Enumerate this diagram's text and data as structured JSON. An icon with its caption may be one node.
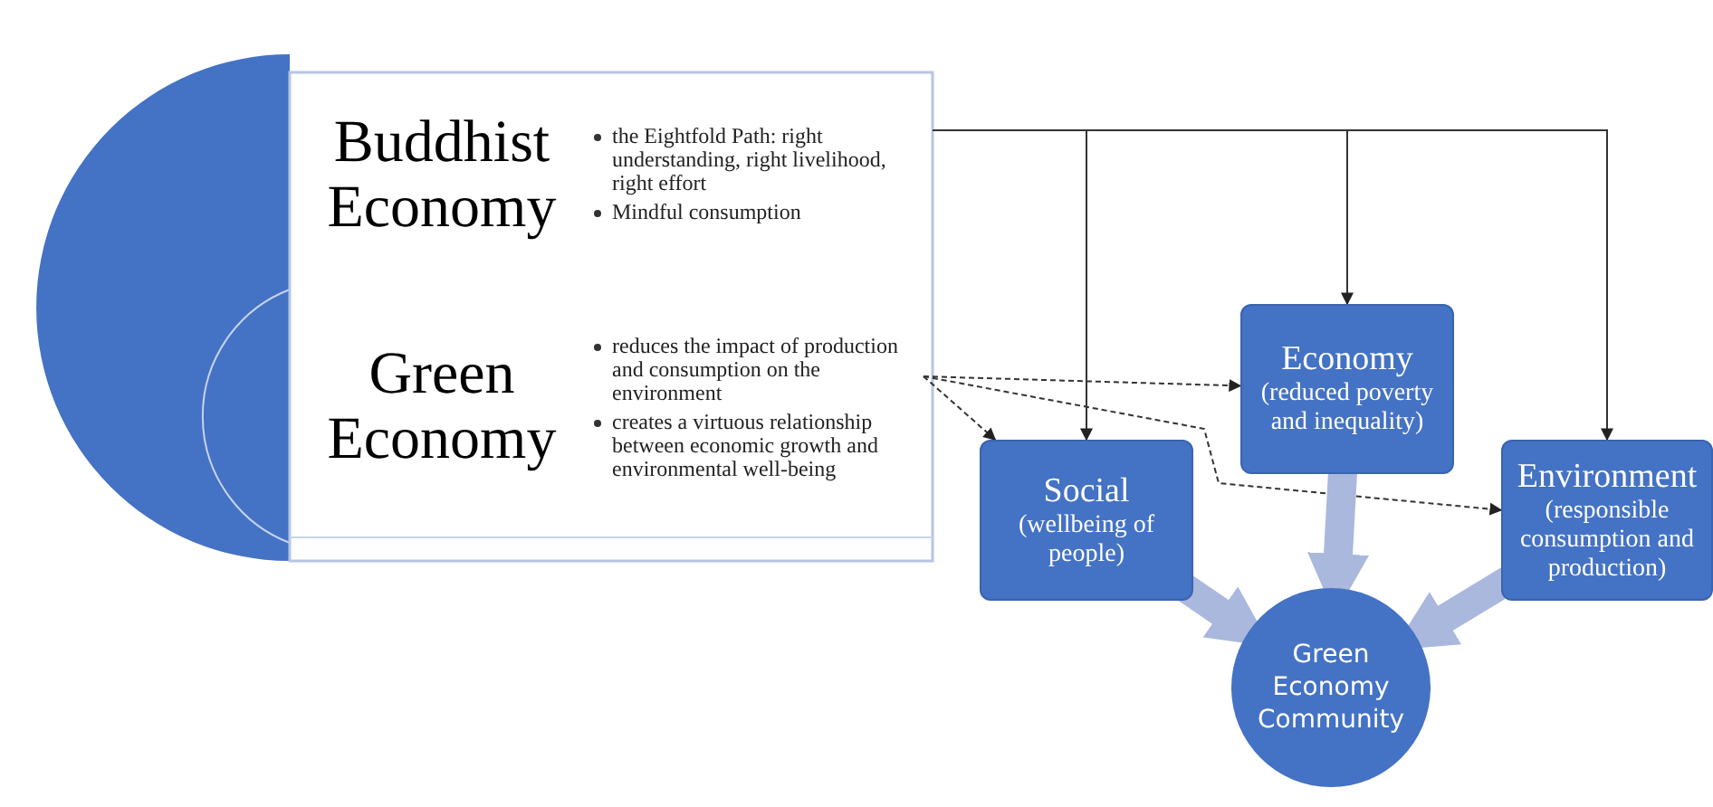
{
  "diagram": {
    "nodes": [
      {
        "text": [
          "Buddhist Economy",
          "the Eightfold Path: right understanding, right livelihood, right effort",
          "Mindful consumption"
        ]
      },
      {
        "text": [
          "Green Economy",
          "reduces the impact of production and consumption on the environment",
          "creates a virtuous relationship between economic growth and environmental well-being"
        ]
      },
      {
        "text": [
          "Economy",
          "(reduced poverty and inequality)"
        ]
      },
      {
        "text": [
          "Social",
          "(wellbeing of people)"
        ]
      },
      {
        "text": [
          "Environment",
          "(responsible consumption and production)"
        ]
      },
      {
        "text": [
          "Green Economy Community"
        ]
      }
    ],
    "edges": [
      {
        "from": 0,
        "to": 3,
        "arrow": "to"
      },
      {
        "from": 0,
        "to": 2,
        "arrow": "to"
      },
      {
        "from": 0,
        "to": 4,
        "arrow": "to"
      },
      {
        "from": 1,
        "to": 3,
        "arrow": "to",
        "style": "dashed"
      },
      {
        "from": 1,
        "to": 2,
        "arrow": "to",
        "style": "dashed"
      },
      {
        "from": 1,
        "to": 4,
        "arrow": "to",
        "style": "dashed"
      },
      {
        "from": 3,
        "to": 5,
        "arrow": "to",
        "style": "thick",
        "color": "#a9b8dc"
      },
      {
        "from": 2,
        "to": 5,
        "arrow": "to",
        "style": "thick",
        "color": "#a9b8dc"
      },
      {
        "from": 4,
        "to": 5,
        "arrow": "to",
        "style": "thick",
        "color": "#a9b8dc"
      }
    ]
  }
}
